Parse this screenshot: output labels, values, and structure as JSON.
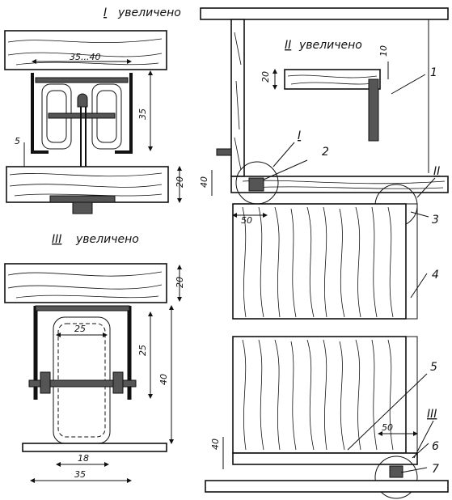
{
  "views": {
    "view1": {
      "numeral": "I",
      "caption": "увеличено",
      "dim_width": "35...40",
      "dim_height": "35",
      "dim_gap": "5",
      "dim_board": "20"
    },
    "view2": {
      "numeral": "II",
      "caption": "увеличено",
      "dim_board": "20",
      "dim_strip": "10"
    },
    "view3": {
      "numeral": "III",
      "caption": "увеличено",
      "dim_board": "20",
      "dim_wheel": "25",
      "dim_height_a": "25",
      "dim_height_b": "40",
      "dim_inner": "18",
      "dim_outer": "35"
    }
  },
  "main": {
    "dim_top_gap": "40",
    "dim_side_left": "50",
    "dim_side_right": "50",
    "dim_bottom": "40",
    "callouts": [
      "1",
      "2",
      "3",
      "4",
      "5",
      "6",
      "7"
    ],
    "marks": [
      "I",
      "II",
      "III"
    ]
  }
}
